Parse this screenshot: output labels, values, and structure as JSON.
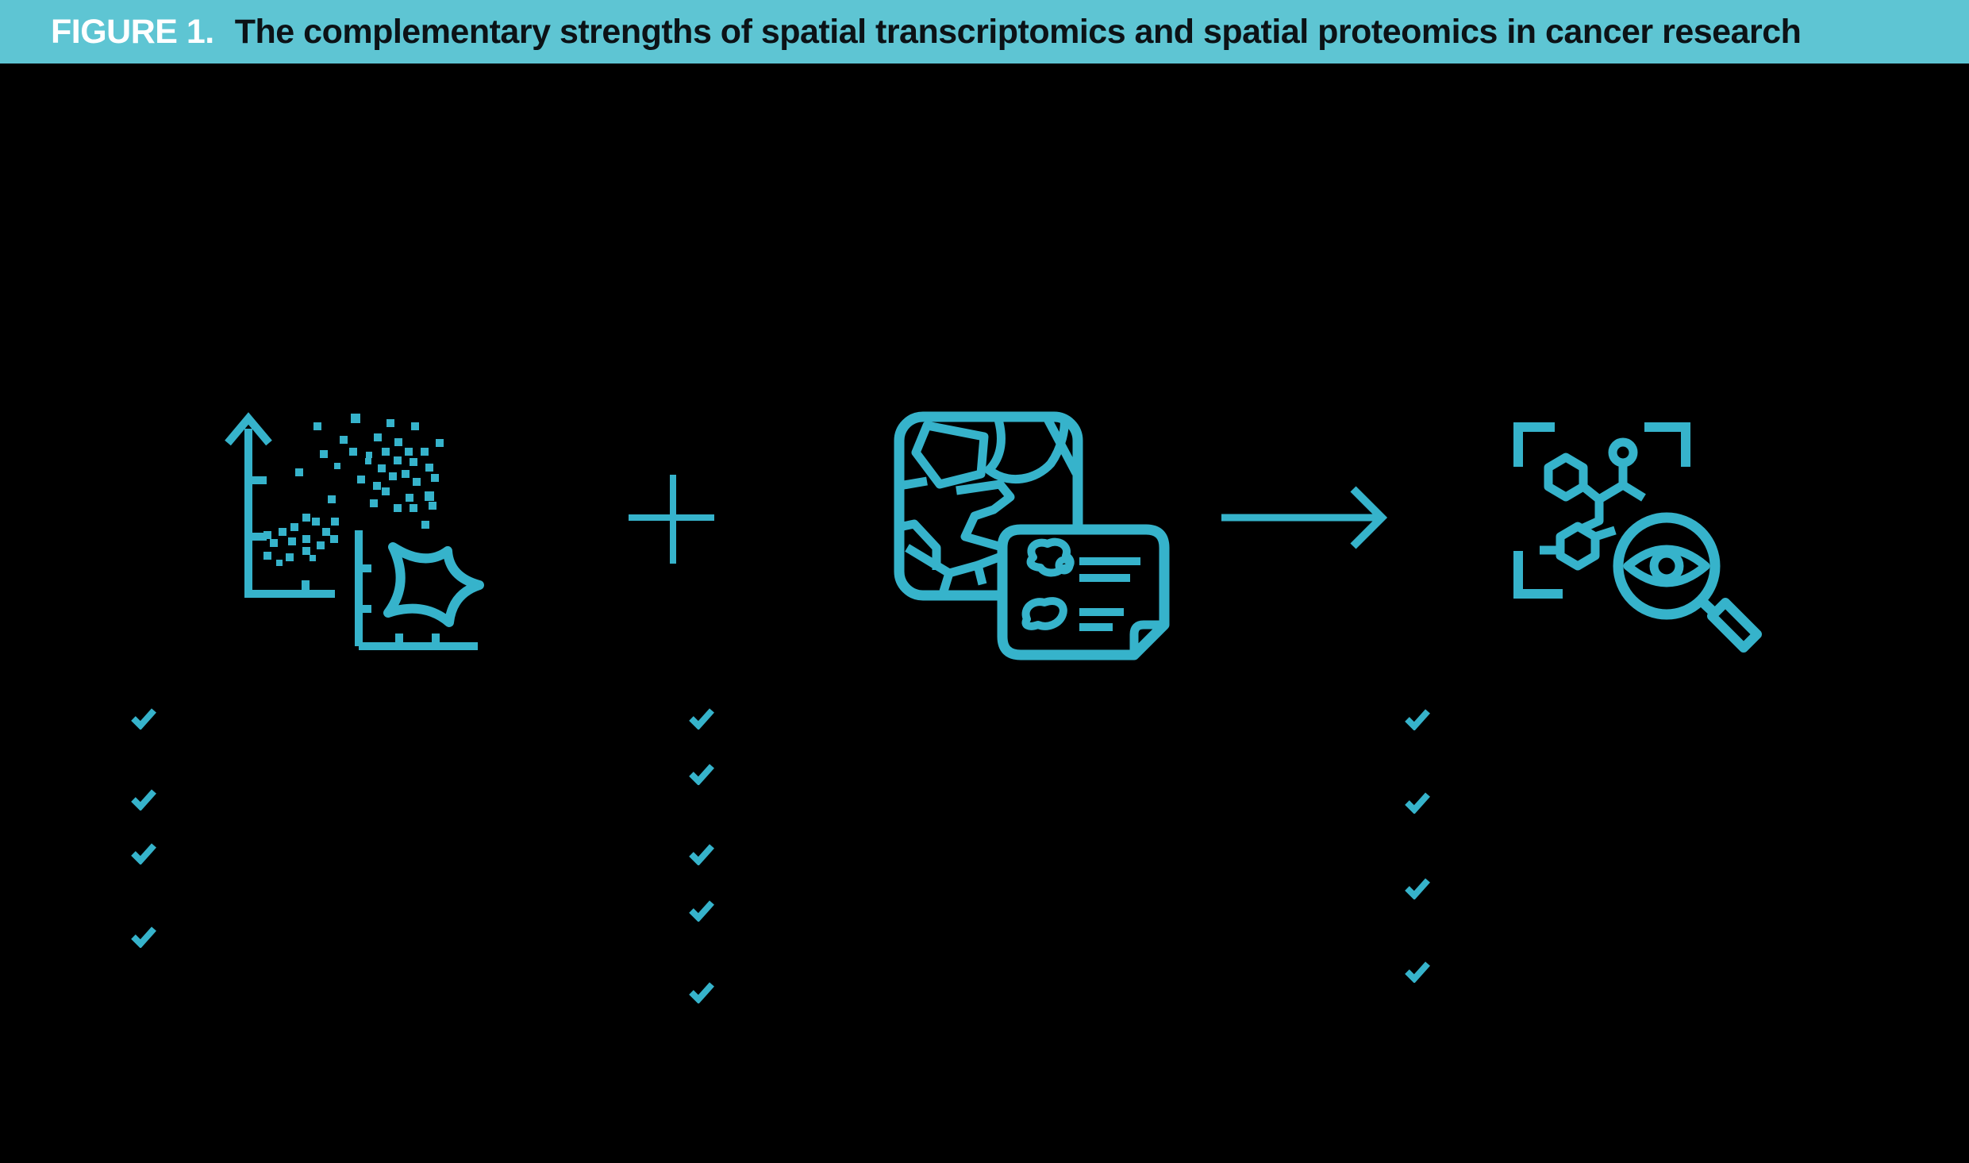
{
  "header": {
    "figure_label": "FIGURE 1.",
    "title": "The complementary strengths of spatial transcriptomics and spatial proteomics in cancer research"
  },
  "colors": {
    "header_background": "#5ec5d3",
    "header_label": "#ffffff",
    "header_title": "#0c1216",
    "canvas_background": "#000000",
    "accent": "#36b3cb"
  },
  "diagram": {
    "columns": [
      {
        "position": "left",
        "icon": "scatter-plot-sparkle-icon",
        "check_count": 4
      },
      {
        "position": "middle",
        "icon": "tissue-annotation-card-icon",
        "check_count": 5
      },
      {
        "position": "right",
        "icon": "molecule-magnifier-eye-icon",
        "check_count": 4
      }
    ],
    "operators": [
      {
        "between": "left-middle",
        "icon": "plus-icon"
      },
      {
        "between": "middle-right",
        "icon": "arrow-right-icon"
      }
    ]
  }
}
